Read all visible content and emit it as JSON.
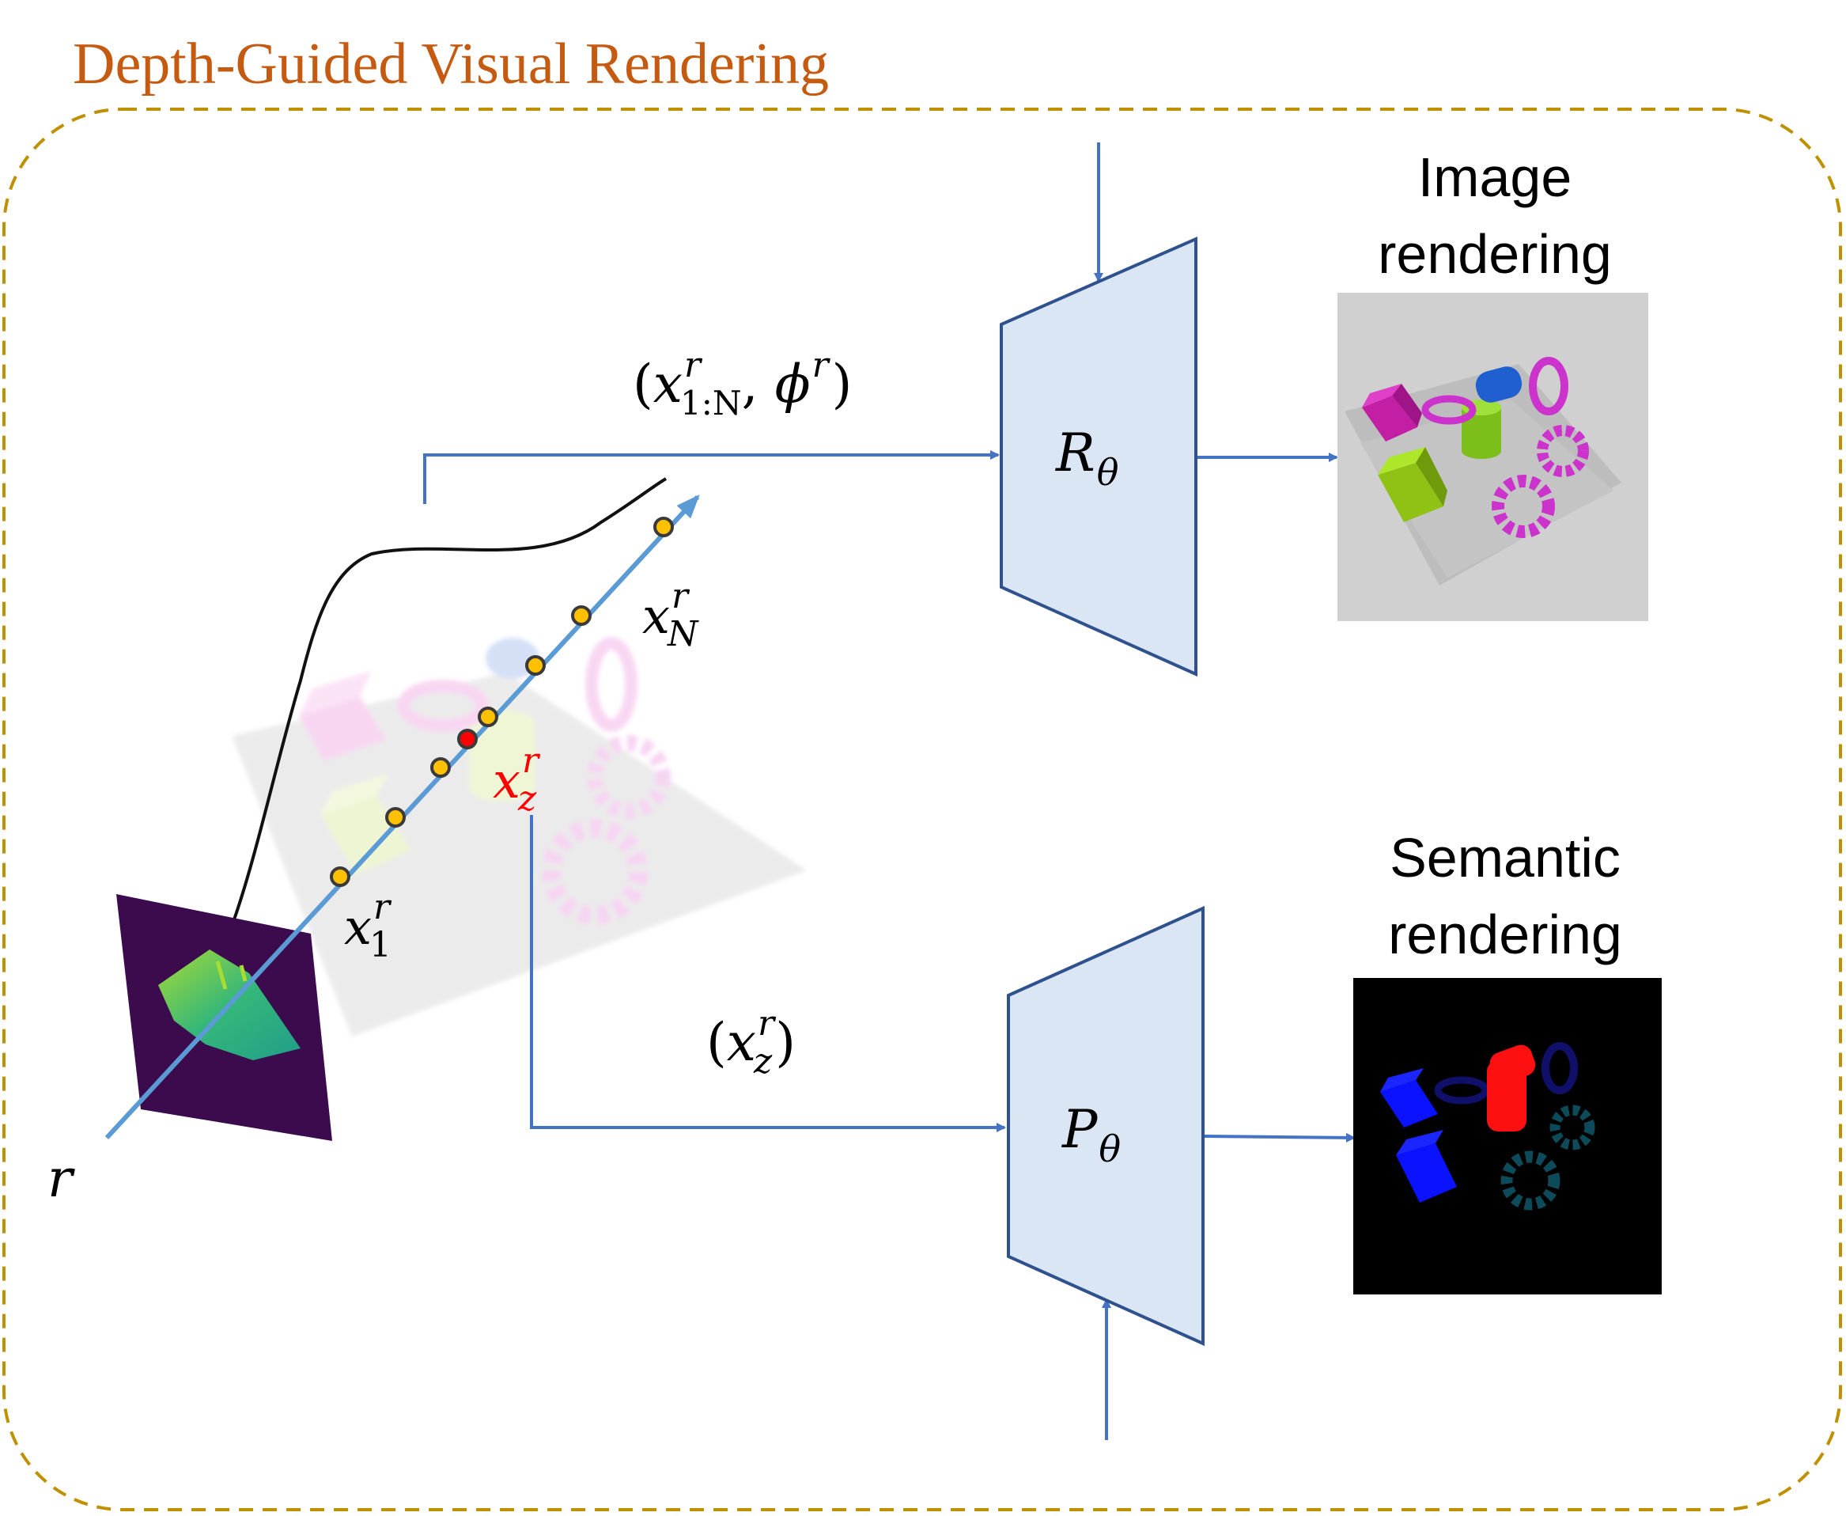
{
  "title": "Depth-Guided Visual Rendering",
  "colors": {
    "title": "#c55a11",
    "border": "#bf9000",
    "arrow": "#4472c4",
    "block_fill": "#dae6f4",
    "block_stroke": "#2f528f",
    "ray": "#5b9bd5",
    "sample_point": "#ffc000",
    "highlight_point": "#ff0000"
  },
  "ray": {
    "ray_label": "r",
    "first_sample": {
      "base": "x",
      "sup": "r",
      "sub": "1"
    },
    "last_sample": {
      "base": "x",
      "sup": "r",
      "sub": "N"
    },
    "surface_sample": {
      "base": "x",
      "sup": "r",
      "sub": "z",
      "color": "#ff0000"
    }
  },
  "renderer": {
    "name": {
      "base": "R",
      "sub": "θ"
    },
    "input": {
      "open": "(",
      "base": "x",
      "sup": "r",
      "sub": "1:N",
      "sep": ", ",
      "base2": "ϕ",
      "sup2": "r",
      "close": ")"
    },
    "output_heading_line1": "Image",
    "output_heading_line2": "rendering"
  },
  "predictor": {
    "name": {
      "base": "P",
      "sub": "θ"
    },
    "input": {
      "open": "(",
      "base": "x",
      "sup": "r",
      "sub": "z",
      "close": ")"
    },
    "output_heading_line1": "Semantic",
    "output_heading_line2": "rendering"
  }
}
